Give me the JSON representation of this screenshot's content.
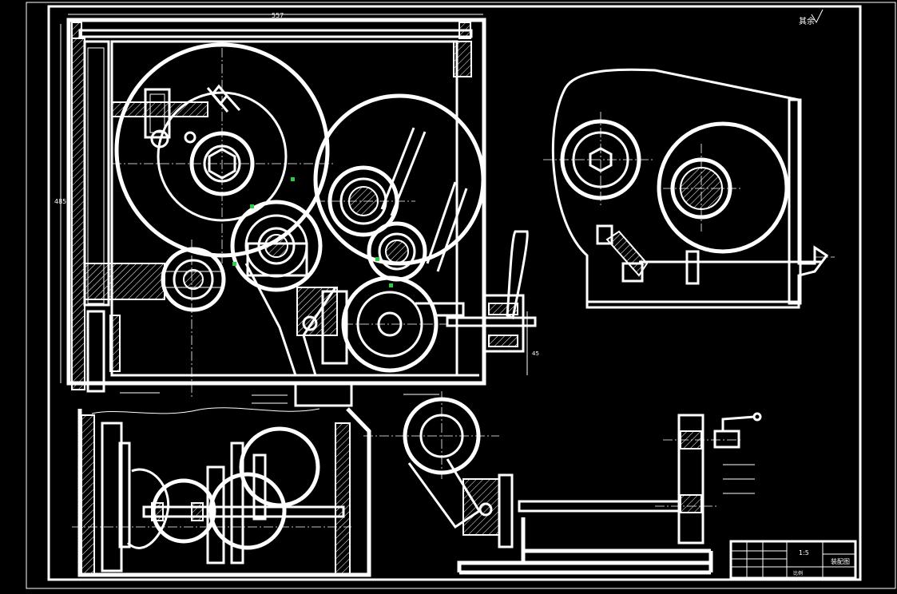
{
  "drawing": {
    "roughness_mark": "其余",
    "scale": "1:5",
    "title_block": {
      "title": "装配图",
      "scale_cell": "比例"
    },
    "dim_top": "557",
    "dim_left": "485",
    "dim_right": "45"
  },
  "colors": {
    "background": "#000000",
    "lines": "#ffffff",
    "mark": "#2ecc40"
  }
}
